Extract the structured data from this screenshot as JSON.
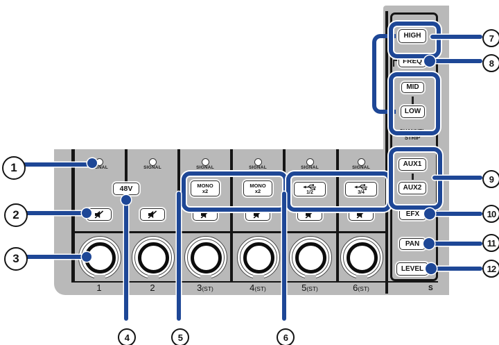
{
  "panel": {
    "section_label_line1": "CHANNEL",
    "section_label_line2": "STRIP",
    "partial_label": "S",
    "accent_blue": "#1e4796",
    "panel_gray": "#b9b9b9"
  },
  "channels": [
    {
      "signal_label": "SIGNAL",
      "number": "1",
      "suffix": ""
    },
    {
      "signal_label": "SIGNAL",
      "number": "2",
      "suffix": ""
    },
    {
      "signal_label": "SIGNAL",
      "number": "3",
      "suffix": "(ST)"
    },
    {
      "signal_label": "SIGNAL",
      "number": "4",
      "suffix": "(ST)"
    },
    {
      "signal_label": "SIGNAL",
      "number": "5",
      "suffix": "(ST)"
    },
    {
      "signal_label": "SIGNAL",
      "number": "6",
      "suffix": "(ST)"
    }
  ],
  "buttons": {
    "phantom": "48V",
    "mono_line1": "MONO",
    "mono_line2": "x2",
    "usb12": "1/2",
    "usb34": "3/4",
    "high": "HIGH",
    "freq": "FREQ",
    "mid": "MID",
    "low": "LOW",
    "aux1": "AUX1",
    "aux2": "AUX2",
    "efx": "EFX",
    "pan": "PAN",
    "level": "LEVEL"
  },
  "callouts": [
    "1",
    "2",
    "3",
    "4",
    "5",
    "6",
    "7",
    "8",
    "9",
    "10",
    "11",
    "12"
  ]
}
